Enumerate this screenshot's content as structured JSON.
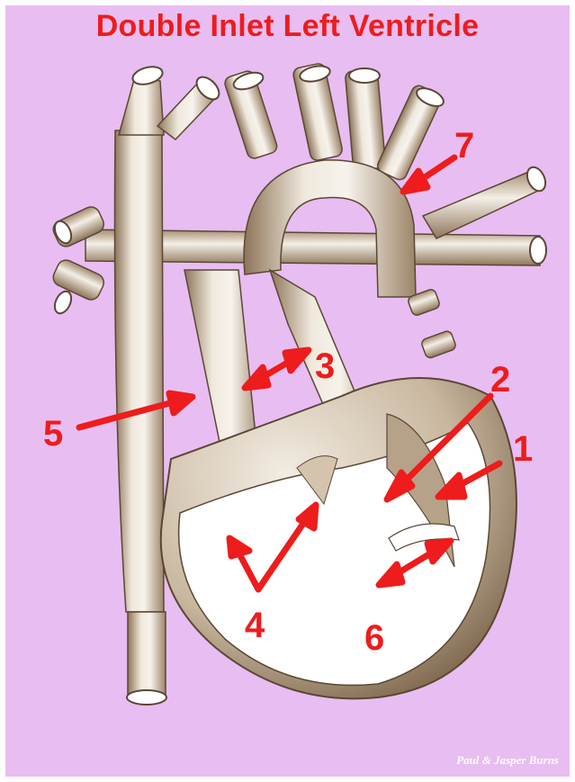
{
  "title": "Double Inlet Left Ventricle",
  "credit": "Paul & Jasper Burns",
  "colors": {
    "background": "#e8bdf2",
    "annotation": "#ee1c1c",
    "vessel_light": "#f4efe6",
    "vessel_shade": "#9a8266",
    "heart_interior": "#ffffff"
  },
  "labels": [
    {
      "id": "1",
      "text": "1"
    },
    {
      "id": "2",
      "text": "2"
    },
    {
      "id": "3",
      "text": "3"
    },
    {
      "id": "4",
      "text": "4"
    },
    {
      "id": "5",
      "text": "5"
    },
    {
      "id": "6",
      "text": "6"
    },
    {
      "id": "7",
      "text": "7"
    }
  ]
}
